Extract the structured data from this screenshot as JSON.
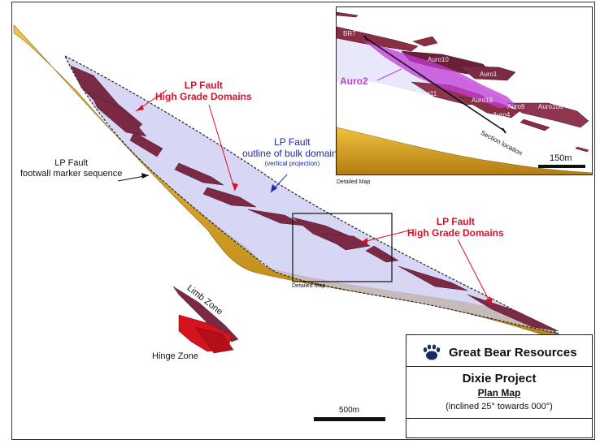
{
  "labels": {
    "lp_fault_hgd_upper": [
      "LP Fault",
      "High Grade Domains"
    ],
    "lp_fault_hgd_right": [
      "LP Fault",
      "High Grade Domains"
    ],
    "lp_fault_outline": [
      "LP Fault",
      "outline of bulk domains"
    ],
    "vertical_projection": "(vertical projection)",
    "footwall": [
      "LP Fault",
      "footwall marker sequence"
    ],
    "limb_zone": "Limb Zone",
    "hinge_zone": "Hinge Zone",
    "detailed_map_main": "Detailed Map",
    "detailed_map_inset": "Detailed Map"
  },
  "inset": {
    "labels": {
      "br7": "BR7",
      "auro10": "Auro10",
      "auro1": "Auro1",
      "auro2": "Auro2",
      "auro11": "Auro11",
      "auro13": "Auro13",
      "auro9": "Auro9",
      "auro4": "Auro4",
      "auro10a": "Auro10a",
      "section_location": "Section location"
    },
    "scale_label": "150m"
  },
  "scale_bar": {
    "label": "500m"
  },
  "legend": {
    "company": "Great Bear Resources",
    "project": "Dixie Project",
    "map_type": "Plan Map",
    "orientation": "(inclined 25° towards 000°)"
  },
  "colors": {
    "footwall_gold": "#d9a21f",
    "bulk_domain": "#c9c9f2",
    "high_grade": "#7a2a45",
    "auro2_magenta": "#c23bd6",
    "hinge_red": "#d3141e",
    "label_red": "#d8102a",
    "label_blue": "#1a2aa8",
    "paw_navy": "#1b2a63"
  }
}
